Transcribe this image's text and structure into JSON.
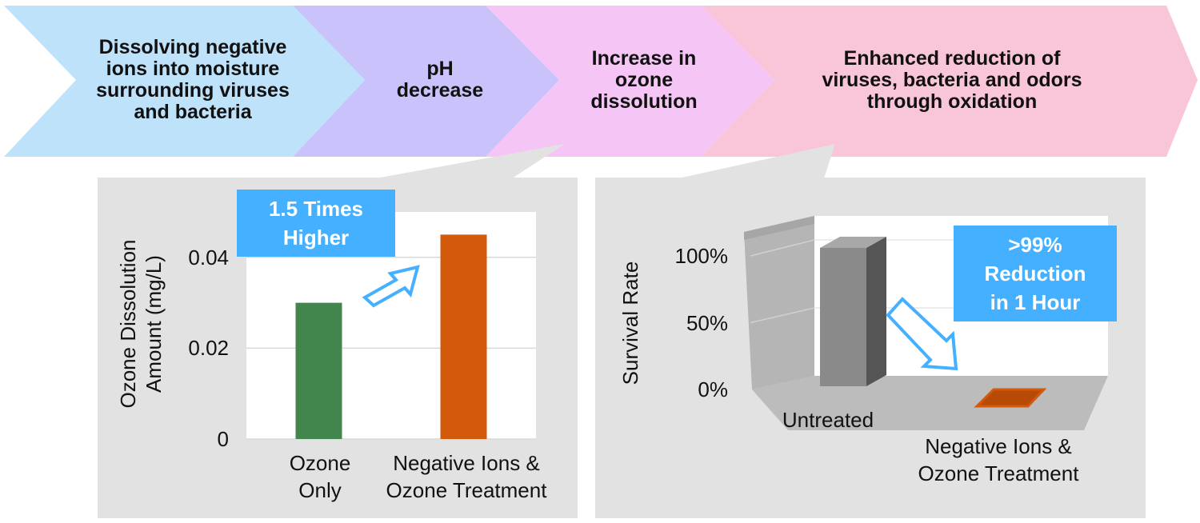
{
  "colors": {
    "step1": "#bfe2fb",
    "step2": "#c9c2fb",
    "step3": "#f5c6f5",
    "step4": "#f9c5d8",
    "panel": "#e2e2e2",
    "callout": "#45b0ff",
    "bar_ozone_only": "#42864e",
    "bar_negative_ions": "#d35a0c",
    "bar_untreated": "#8a8a8a"
  },
  "process_steps": [
    {
      "label": "Dissolving negative\nions into moisture\nsurrounding viruses\nand bacteria"
    },
    {
      "label": "pH\ndecrease"
    },
    {
      "label": "Increase in\nozone\ndissolution"
    },
    {
      "label": "Enhanced reduction of\nviruses, bacteria and odors\nthrough oxidation"
    }
  ],
  "callouts": {
    "left": "1.5 Times\nHigher",
    "right": ">99%\nReduction\nin 1 Hour"
  },
  "chart_data": [
    {
      "type": "bar",
      "ylabel": "Ozone Dissolution\nAmount (mg/L)",
      "ylim": [
        0,
        0.05
      ],
      "yticks": [
        {
          "value": 0,
          "label": "0"
        },
        {
          "value": 0.02,
          "label": "0.02"
        },
        {
          "value": 0.04,
          "label": "0.04"
        }
      ],
      "categories": [
        "Ozone\nOnly",
        "Negative Ions &\nOzone Treatment"
      ],
      "values": [
        0.03,
        0.045
      ],
      "grid": true
    },
    {
      "type": "bar",
      "ylabel": "Survival Rate",
      "ylim": [
        0,
        100
      ],
      "yticks": [
        {
          "value": 0,
          "label": "0%"
        },
        {
          "value": 50,
          "label": "50%"
        },
        {
          "value": 100,
          "label": "100%"
        }
      ],
      "categories": [
        "Untreated",
        "Negative Ions &\nOzone Treatment"
      ],
      "values": [
        100,
        1
      ],
      "grid": true,
      "style": "3d"
    }
  ]
}
